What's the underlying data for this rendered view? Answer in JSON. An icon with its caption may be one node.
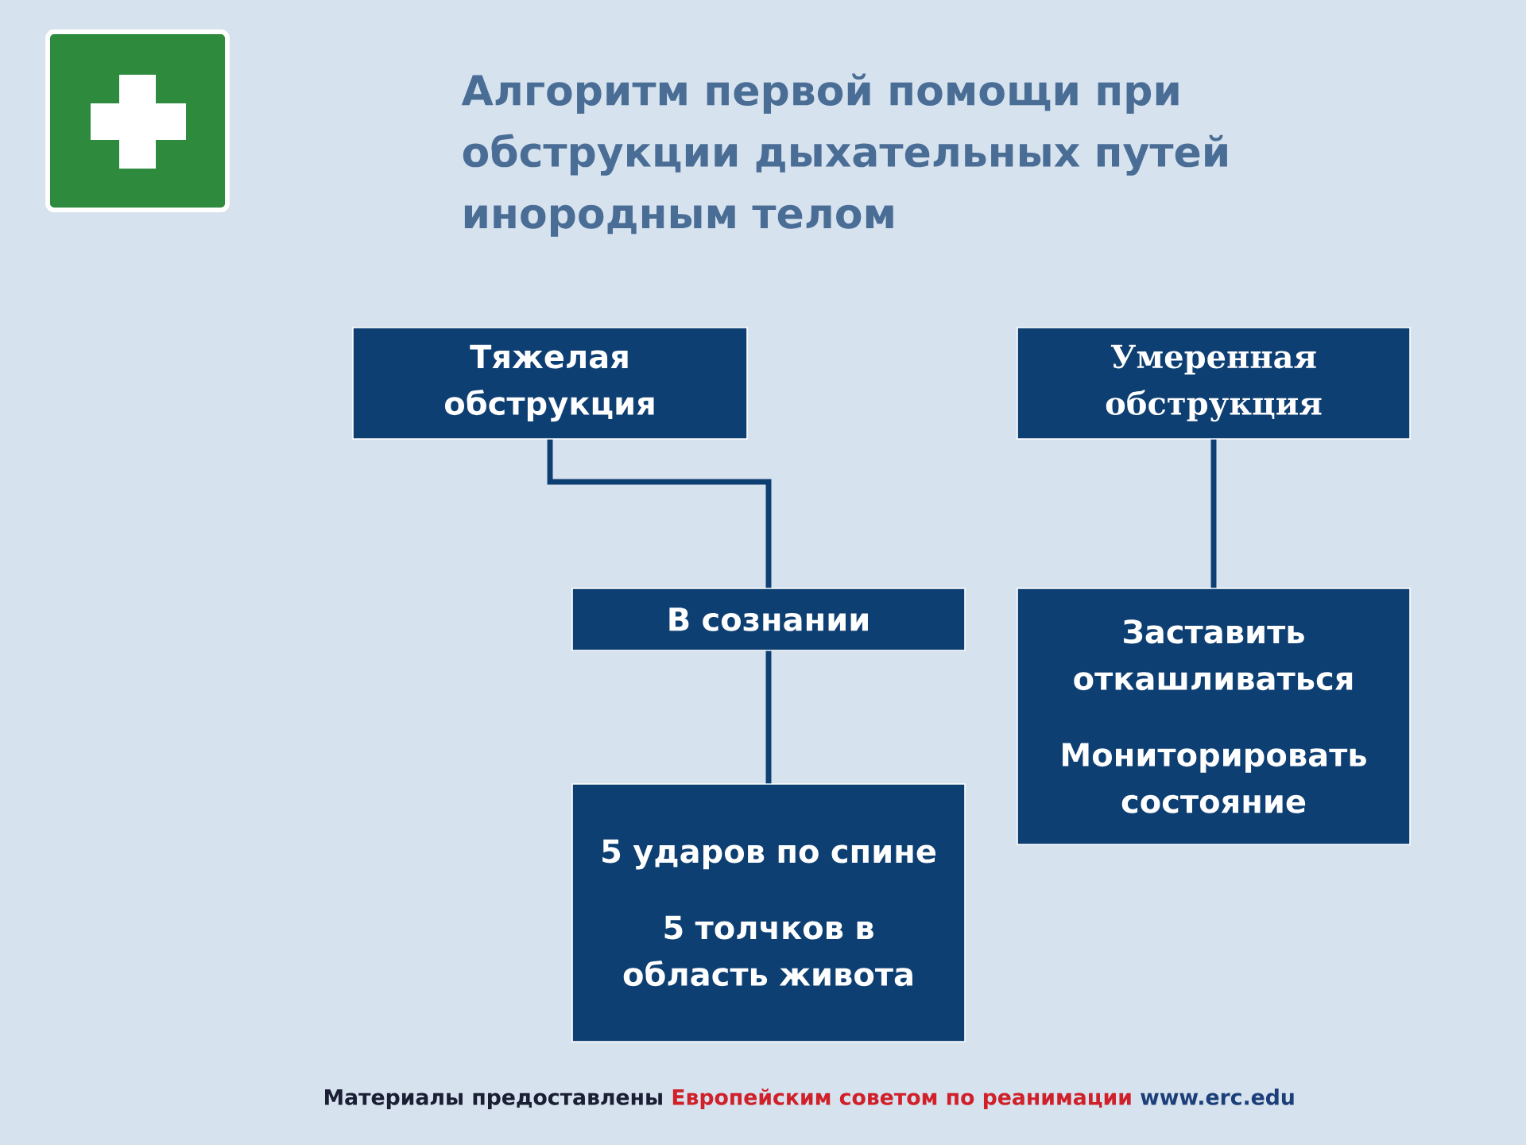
{
  "diagram": {
    "title": "Алгоритм первой помощи при обструкции дыхательных путей инородным телом",
    "nodes": [
      {
        "text": [
          "Тяжелая обструкция"
        ]
      },
      {
        "text": [
          "Умеренная обструкция"
        ]
      },
      {
        "text": [
          "В сознании"
        ]
      },
      {
        "text": [
          "5 ударов по спине",
          "5 толчков в область живота"
        ]
      },
      {
        "text": [
          "Заставить откашливаться",
          "Мониторировать состояние"
        ]
      }
    ],
    "edges": [
      {
        "from": 0,
        "to": 2,
        "arrow": "none"
      },
      {
        "from": 2,
        "to": 3,
        "arrow": "none"
      },
      {
        "from": 1,
        "to": 4,
        "arrow": "none"
      }
    ],
    "labels": [
      "Материалы предоставлены",
      "Европейским советом по реанимации",
      "www.erc.edu"
    ]
  }
}
